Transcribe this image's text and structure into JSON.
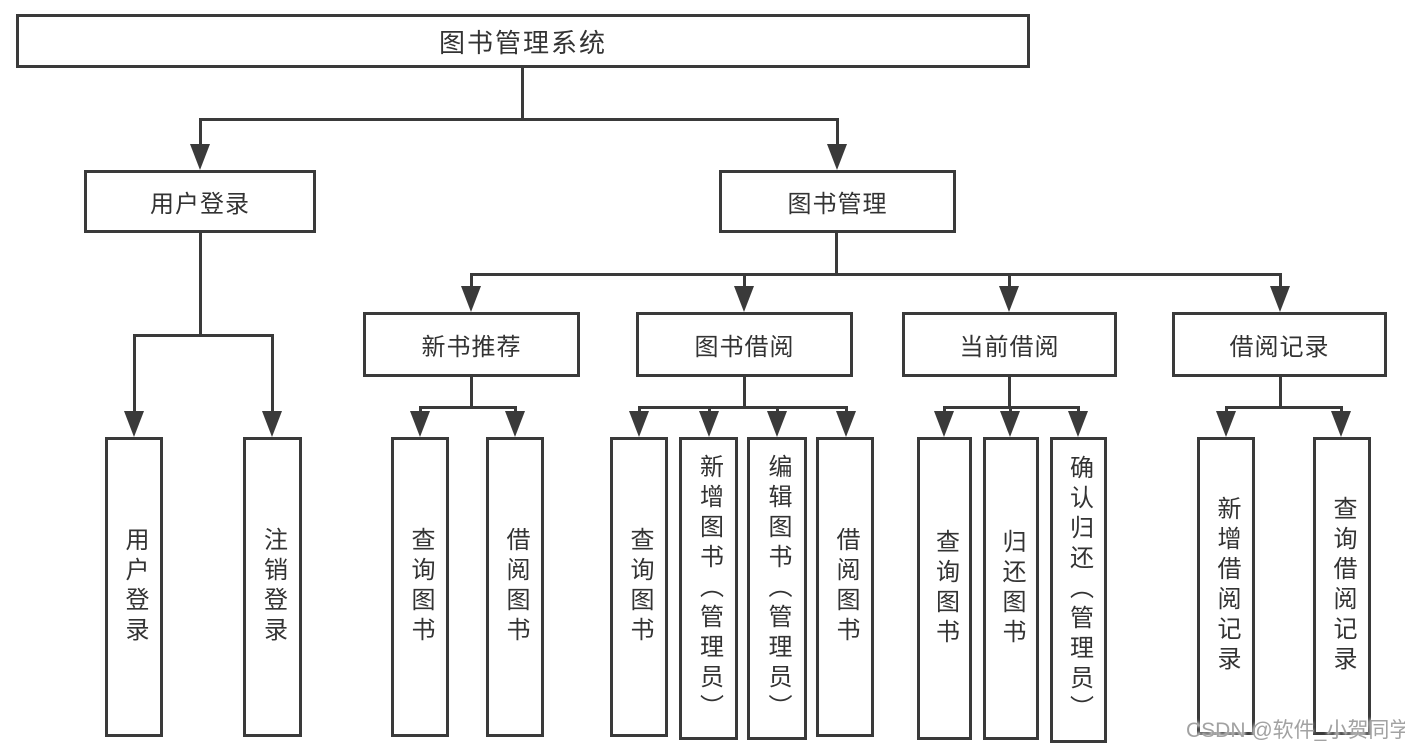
{
  "root": {
    "label": "图书管理系统"
  },
  "login_branch": {
    "label": "用户登录",
    "children": [
      {
        "label": "用户登录"
      },
      {
        "label": "注销登录"
      }
    ]
  },
  "mgmt_branch": {
    "label": "图书管理",
    "sections": [
      {
        "label": "新书推荐",
        "children": [
          {
            "label": "查询图书"
          },
          {
            "label": "借阅图书"
          }
        ]
      },
      {
        "label": "图书借阅",
        "children": [
          {
            "label": "查询图书"
          },
          {
            "label": "新增图书（管理员）"
          },
          {
            "label": "编辑图书（管理员）"
          },
          {
            "label": "借阅图书"
          }
        ]
      },
      {
        "label": "当前借阅",
        "children": [
          {
            "label": "查询图书"
          },
          {
            "label": "归还图书"
          },
          {
            "label": "确认归还（管理员）"
          }
        ]
      },
      {
        "label": "借阅记录",
        "children": [
          {
            "label": "新增借阅记录"
          },
          {
            "label": "查询借阅记录"
          }
        ]
      }
    ]
  },
  "watermark": {
    "text": "CSDN @软件_小贺同学"
  },
  "colors": {
    "line": "#3a3a3a",
    "text": "#333333",
    "watermark": "#a2a2a2",
    "background": "#ffffff"
  }
}
